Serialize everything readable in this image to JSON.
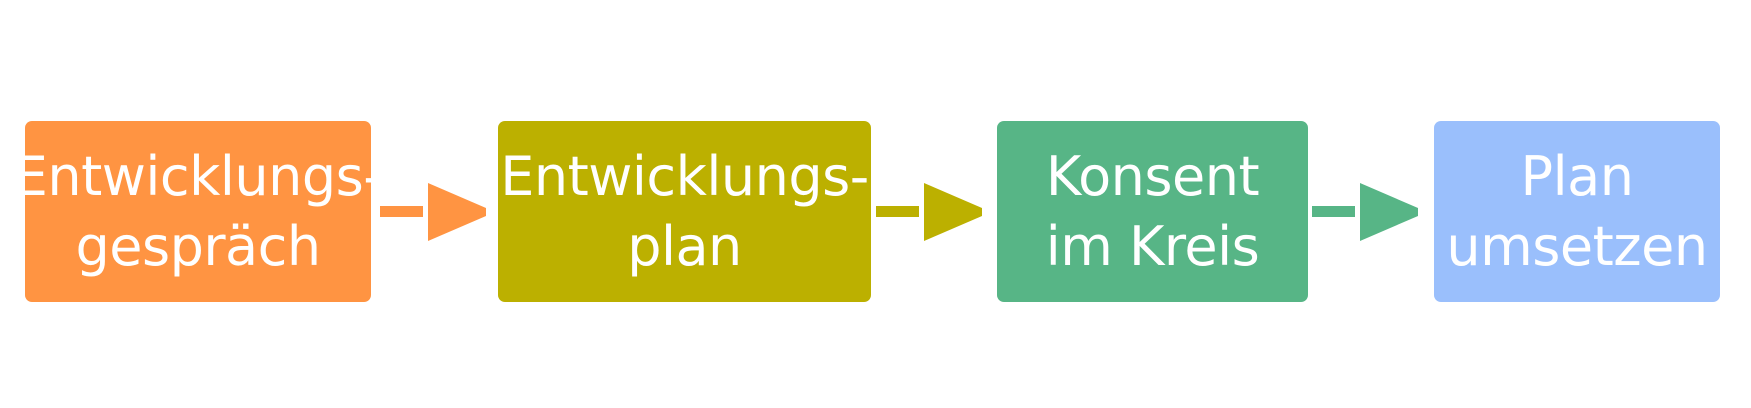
{
  "steps": [
    {
      "label": "Entwicklungs-\ngespräch",
      "color": "#FF9442"
    },
    {
      "label": "Entwicklungs-\nplan",
      "color": "#BCB000"
    },
    {
      "label": "Konsent\nim Kreis",
      "color": "#57B586"
    },
    {
      "label": "Plan\numsetzen",
      "color": "#9ABFFC"
    }
  ],
  "connectors": [
    {
      "icon": "arrow-right-icon",
      "color": "#FF9442"
    },
    {
      "icon": "arrow-right-icon",
      "color": "#BCB000"
    },
    {
      "icon": "arrow-right-icon",
      "color": "#57B586"
    }
  ]
}
